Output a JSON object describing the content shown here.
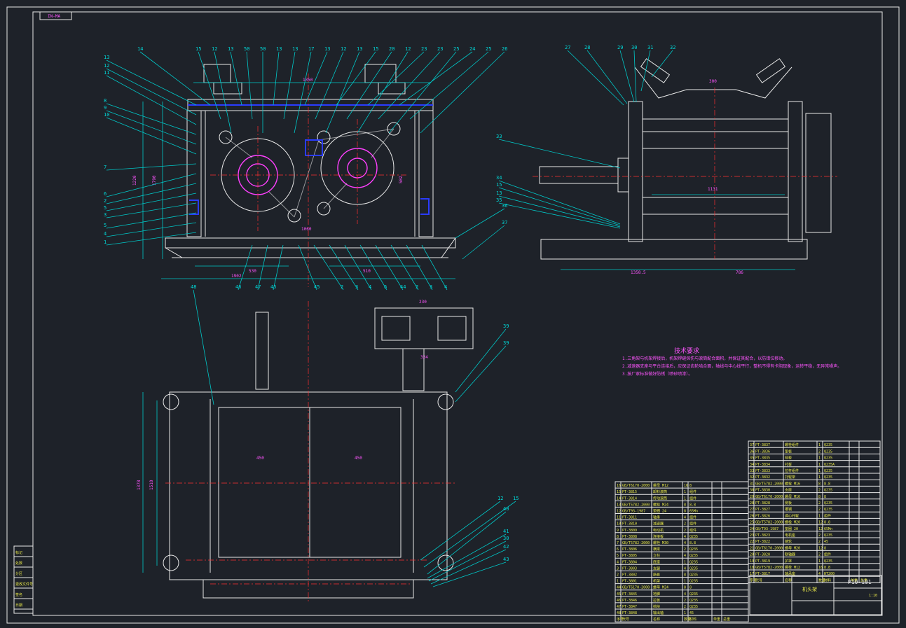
{
  "drawing": {
    "stamp_label": "IN-MA",
    "drawing_number": "P10-101",
    "title_name": "机头架",
    "scale_cell": "1:10",
    "part_numbers_view_a_top": [
      "14",
      "15",
      "12",
      "13",
      "50",
      "50",
      "13",
      "13",
      "17",
      "13",
      "12",
      "13",
      "15",
      "20",
      "12",
      "23",
      "23",
      "25",
      "24",
      "25",
      "26"
    ],
    "part_numbers_view_a_left": [
      "13",
      "12",
      "11",
      "8",
      "9",
      "10",
      "7",
      "6",
      "2",
      "5",
      "3",
      "5",
      "4",
      "1"
    ],
    "part_numbers_view_a_bottom": [
      "46",
      "47",
      "45",
      "45",
      "2",
      "3",
      "4",
      "6",
      "44",
      "2",
      "3",
      "4"
    ],
    "part_numbers_view_b": [
      "27",
      "28",
      "29",
      "30",
      "31",
      "32",
      "33",
      "34",
      "15",
      "13",
      "35",
      "36",
      "37"
    ],
    "part_numbers_view_c": [
      "48",
      "39",
      "39",
      "12",
      "15",
      "40",
      "41",
      "30",
      "42",
      "43"
    ],
    "dimensions_view_a": [
      "1350",
      "1220",
      "1902",
      "1790",
      "530",
      "510",
      "1060",
      "502"
    ],
    "dimensions_view_b": [
      "1131",
      "1358.5",
      "786",
      "300"
    ],
    "dimensions_view_c": [
      "230",
      "324",
      "1378",
      "1510",
      "450",
      "450"
    ]
  },
  "technical_requirements": {
    "heading": "技术要求",
    "items": [
      "1.三角架与机架焊接后，机架焊缝探伤与滚筒配合面积，并保证其配合，以防错位移动。",
      "2.减速器支座与平台连接后，应保证齿轮啮合面，轴线与中心线平行，整机不得有卡阻现象，运转平稳，无异常噪声。",
      "3.按厂家标准做好防锈（喷砂喷漆）。"
    ]
  },
  "bom_right": {
    "rows": [
      [
        "37",
        "PT-3837",
        "螺栓组件",
        "1",
        "Q235",
        "",
        ""
      ],
      [
        "36",
        "PT-3836",
        "垫板",
        "2",
        "Q235",
        "",
        ""
      ],
      [
        "35",
        "PT-3835",
        "挡板",
        "1",
        "Q235",
        "",
        ""
      ],
      [
        "34",
        "PT-3834",
        "托板",
        "1",
        "Q235A",
        "",
        ""
      ],
      [
        "33",
        "PT-3833",
        "拉杆组件",
        "1",
        "Q235",
        "",
        ""
      ],
      [
        "32",
        "PT-3832",
        "托辊架",
        "1",
        "Q235",
        "",
        ""
      ],
      [
        "31",
        "GB/T5782-2000",
        "螺栓 M16",
        "8",
        "8.8",
        "",
        ""
      ],
      [
        "30",
        "PT-3830",
        "支座",
        "2",
        "Q235",
        "",
        ""
      ],
      [
        "29",
        "GB/T6170-2000",
        "螺母 M16",
        "8",
        "8",
        "",
        ""
      ],
      [
        "28",
        "PT-3828",
        "侧板",
        "2",
        "Q235",
        "",
        ""
      ],
      [
        "27",
        "PT-3827",
        "槽钢",
        "2",
        "Q235",
        "",
        ""
      ],
      [
        "26",
        "PT-3826",
        "调心托辊",
        "1",
        "组件",
        "",
        ""
      ],
      [
        "25",
        "GB/T5782-2000",
        "螺栓 M20",
        "12",
        "8.8",
        "",
        ""
      ],
      [
        "24",
        "GB/T93-1987",
        "垫圈 20",
        "12",
        "65Mn",
        "",
        ""
      ],
      [
        "23",
        "PT-3823",
        "电机座",
        "2",
        "Q235",
        "",
        ""
      ],
      [
        "22",
        "PT-3822",
        "链轮",
        "2",
        "45",
        "",
        ""
      ],
      [
        "21",
        "GB/T6170-2000",
        "螺母 M20",
        "12",
        "8",
        "",
        ""
      ],
      [
        "20",
        "PT-3820",
        "联轴器",
        "2",
        "组件",
        "",
        ""
      ],
      [
        "19",
        "PT-3819",
        "护罩",
        "1",
        "Q235",
        "",
        ""
      ],
      [
        "18",
        "GB/T5782-2000",
        "螺栓 M12",
        "16",
        "8.8",
        "",
        ""
      ],
      [
        "17",
        "PT-3817",
        "轴承座",
        "4",
        "HT200",
        "",
        ""
      ]
    ],
    "header": [
      "序号",
      "代号",
      "名称",
      "数量",
      "材料",
      "单重",
      "总重"
    ]
  },
  "bom_left": {
    "rows": [
      [
        "16",
        "GB/T6170-2000",
        "螺母 M12",
        "16",
        "8",
        "",
        ""
      ],
      [
        "15",
        "PT-3815",
        "卸料滚筒",
        "1",
        "组件",
        "",
        ""
      ],
      [
        "14",
        "PT-3814",
        "传动滚筒",
        "1",
        "组件",
        "",
        ""
      ],
      [
        "13",
        "GB/T5782-2000",
        "螺栓 M24",
        "8",
        "8.8",
        "",
        ""
      ],
      [
        "12",
        "GB/T93-1987",
        "垫圈 24",
        "8",
        "65Mn",
        "",
        ""
      ],
      [
        "11",
        "PT-3811",
        "轴承",
        "4",
        "组件",
        "",
        ""
      ],
      [
        "10",
        "PT-3810",
        "减速器",
        "2",
        "组件",
        "",
        ""
      ],
      [
        "9",
        "PT-3809",
        "电动机",
        "2",
        "组件",
        "",
        ""
      ],
      [
        "8",
        "PT-3808",
        "连接板",
        "4",
        "Q235",
        "",
        ""
      ],
      [
        "7",
        "GB/T5782-2000",
        "螺栓 M30",
        "4",
        "8.8",
        "",
        ""
      ],
      [
        "6",
        "PT-3806",
        "横梁",
        "2",
        "Q235",
        "",
        ""
      ],
      [
        "5",
        "PT-3805",
        "立柱",
        "4",
        "Q235",
        "",
        ""
      ],
      [
        "4",
        "PT-3804",
        "底座",
        "1",
        "Q235",
        "",
        ""
      ],
      [
        "3",
        "PT-3803",
        "支腿",
        "4",
        "Q235",
        "",
        ""
      ],
      [
        "2",
        "PT-3802",
        "筋板",
        "8",
        "Q235",
        "",
        ""
      ],
      [
        "1",
        "PT-3801",
        "机架",
        "1",
        "Q235",
        "",
        ""
      ],
      [
        "44",
        "GB/T6170-2000",
        "螺母 M24",
        "8",
        "8",
        "",
        ""
      ],
      [
        "45",
        "PT-3845",
        "地脚",
        "4",
        "Q235",
        "",
        ""
      ],
      [
        "46",
        "PT-3846",
        "拉板",
        "2",
        "Q235",
        "",
        ""
      ],
      [
        "47",
        "PT-3847",
        "挡块",
        "2",
        "Q235",
        "",
        ""
      ],
      [
        "48",
        "PT-3848",
        "输出轴",
        "1",
        "45",
        "",
        ""
      ]
    ],
    "header": [
      "序号",
      "代号",
      "名称",
      "数量",
      "材料",
      "单重",
      "总重"
    ]
  },
  "side_revision_cells": [
    "标记",
    "处数",
    "分区",
    "更改文件号",
    "签名",
    "日期"
  ],
  "colors": {
    "background": "#1e2229",
    "outline": "#e8e8e8",
    "leader": "#00c8c8",
    "centerline": "#ff3030",
    "blue_part": "#2a3cff",
    "dimension_text": "#ff40ff",
    "table_text": "#e8e84a"
  }
}
